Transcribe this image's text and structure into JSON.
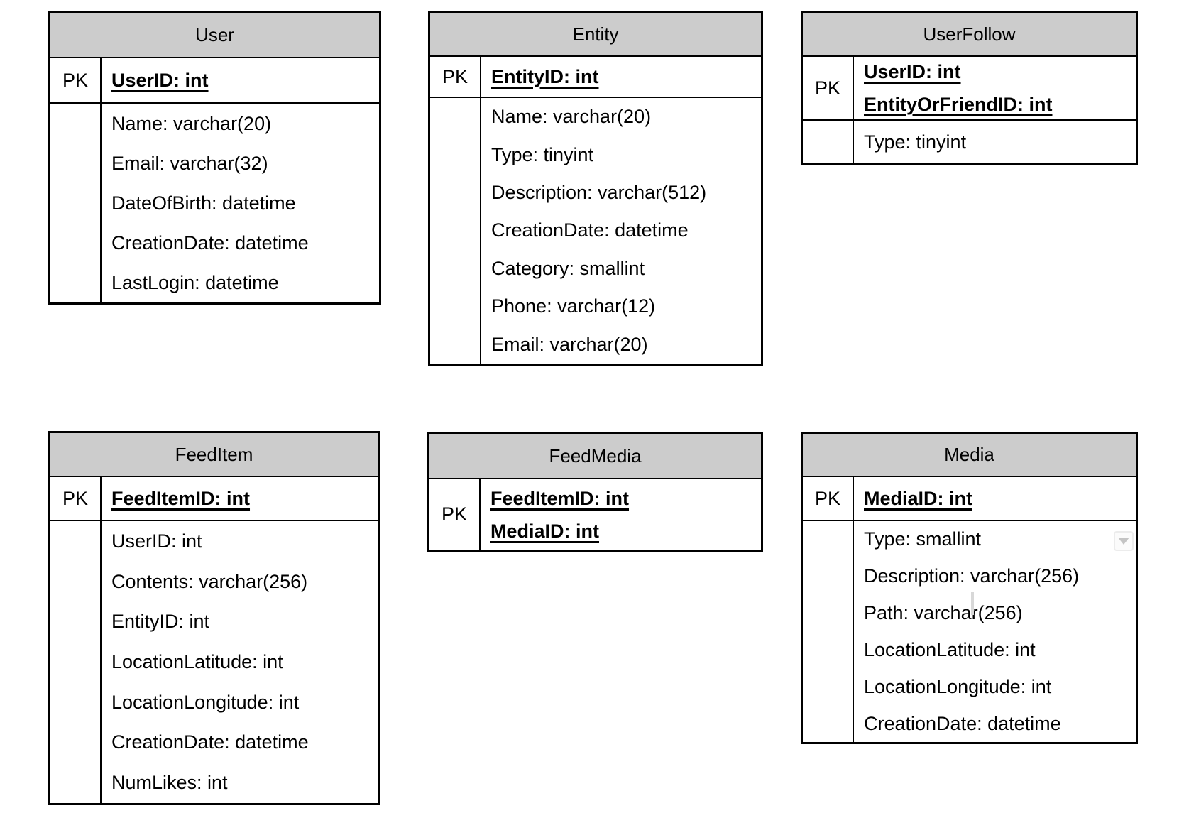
{
  "colors": {
    "header_bg": "#cccccc",
    "border": "#000000",
    "text": "#000000",
    "caret": "#d8d8d8",
    "dropdown_border": "#ececec",
    "dropdown_bg": "#fbfbfb",
    "dropdown_arrow": "#c4c4c4"
  },
  "tables": {
    "user": {
      "title": "User",
      "pk_label": "PK",
      "pk_fields": [
        "UserID: int"
      ],
      "fields": [
        "Name: varchar(20)",
        "Email: varchar(32)",
        "DateOfBirth: datetime",
        "CreationDate: datetime",
        "LastLogin: datetime"
      ]
    },
    "entity": {
      "title": "Entity",
      "pk_label": "PK",
      "pk_fields": [
        "EntityID: int"
      ],
      "fields": [
        "Name: varchar(20)",
        "Type: tinyint",
        "Description: varchar(512)",
        "CreationDate: datetime",
        "Category: smallint",
        "Phone: varchar(12)",
        "Email: varchar(20)"
      ]
    },
    "userfollow": {
      "title": "UserFollow",
      "pk_label": "PK",
      "pk_fields": [
        "UserID: int",
        "EntityOrFriendID: int"
      ],
      "fields": [
        "Type: tinyint"
      ]
    },
    "feeditem": {
      "title": "FeedItem",
      "pk_label": "PK",
      "pk_fields": [
        "FeedItemID: int"
      ],
      "fields": [
        "UserID: int",
        "Contents: varchar(256)",
        "EntityID: int",
        "LocationLatitude: int",
        "LocationLongitude: int",
        "CreationDate: datetime",
        "NumLikes: int"
      ]
    },
    "feedmedia": {
      "title": "FeedMedia",
      "pk_label": "PK",
      "pk_fields": [
        "FeedItemID: int",
        "MediaID: int"
      ],
      "fields": []
    },
    "media": {
      "title": "Media",
      "pk_label": "PK",
      "pk_fields": [
        "MediaID: int"
      ],
      "fields": [
        "Type: smallint",
        "Description: varchar(256)",
        "Path: varchar(256)",
        "LocationLatitude: int",
        "LocationLongitude: int",
        "CreationDate: datetime"
      ],
      "caret_char_index": "12",
      "dropdown_icon": "chevron-down"
    }
  }
}
